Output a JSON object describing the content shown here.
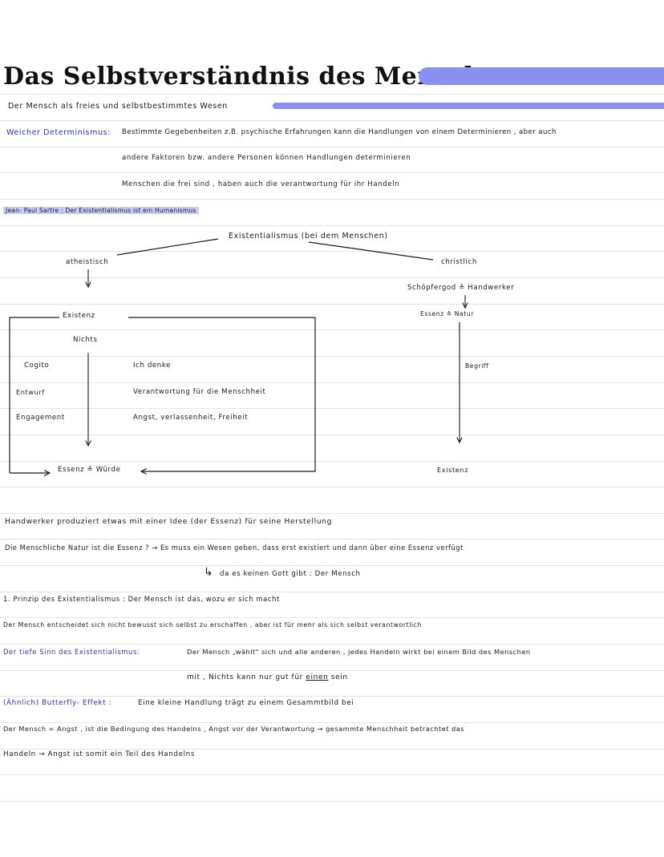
{
  "title": "Das Selbstverständnis des Menschen",
  "subtitle": "Der Mensch als freies und selbstbestimmtes Wesen",
  "weicher": {
    "label": "Weicher Determinismus:",
    "line1": "Bestimmte Gegebenheiten z.B. psychische Erfahrungen kann die Handlungen von einem Determinieren , aber auch",
    "line2": "andere Faktoren bzw. andere Personen können Handlungen determinieren",
    "line3": "Menschen die frei sind , haben auch die verantwortung für ihr Handeln"
  },
  "sartre": "Jean- Paul Sartre : Der Existentialismus ist ein Humanismus",
  "diagram": {
    "top": "Existentialismus (bei dem Menschen)",
    "left_branch": "atheistisch",
    "right_branch": "christlich",
    "schoepfer": "Schöpfergod ≙ Handwerker",
    "existenz": "Existenz",
    "nichts": "Nichts",
    "cogito": "Cogito",
    "entwurf": "Entwurf",
    "engagement": "Engagement",
    "ich_denke": "Ich denke",
    "verantwortung": "Verantwortung für die Menschheit",
    "angst": "Angst, verlassenheit, Freiheit",
    "essenz_wuerde": "Essenz ≙ Würde",
    "essenz_natur": "Essenz ≙ Natur",
    "begriff": "Begriff",
    "existenz_right": "Existenz"
  },
  "notes": {
    "handwerker": "Handwerker produziert etwas mit einer Idee (der Essenz) für seine Herstellung",
    "natur": "Die Menschliche Natur ist die Essenz ? → Es muss ein Wesen geben, dass erst existiert und dann über eine Essenz verfügt",
    "kein_gott": "da es keinen Gott gibt : Der Mensch",
    "prinzip": "1. Prinzip des Existentialismus : Der Mensch ist das, wozu er sich macht",
    "entscheidet": "Der Mensch entscheidet sich nicht bewusst sich selbst zu erschaffen , aber ist für mehr als sich selbst verantwortlich",
    "tiefe_label": "Der tiefe Sinn des Existentialismus:",
    "tiefe_text": "Der Mensch „wählt\" sich und alle anderen , jedes Handeln wirkt bei einem Bild des Menschen",
    "mit_prefix": "mit , Nichts kann nur gut für",
    "mit_underlined": "einen",
    "mit_suffix": "sein",
    "butterfly_label": "(Ähnlich) Butterfly- Effekt :",
    "butterfly_text": "Eine kleine Handlung trägt zu einem Gesammtbild bei",
    "angst_line": "Der Mensch = Angst , ist die Bedingung des Handelns , Angst vor der Verantwortung → gesammte Menschheit betrachtet das",
    "handeln_line": "Handeln → Angst ist somit ein Teil des Handelns"
  },
  "colors": {
    "accent_bar": "#8a8ff0",
    "blue_text": "#2a35c8",
    "highlight": "#c9cdf7"
  }
}
